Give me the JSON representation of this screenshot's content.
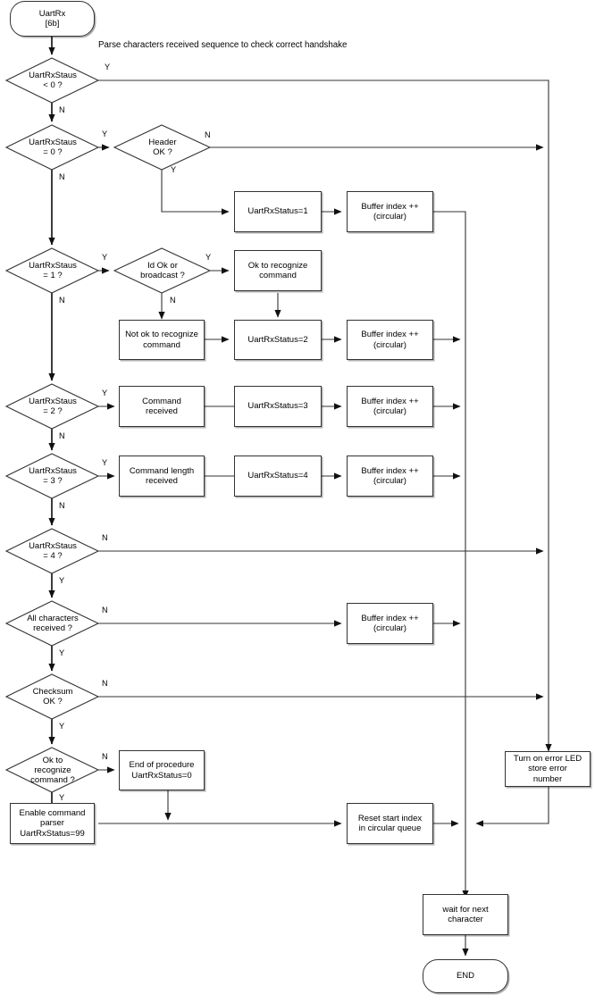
{
  "diagram": {
    "title": "Parse characters received sequence to check correct handshake",
    "type": "flowchart",
    "start": {
      "line1": "UartRx",
      "line2": "[6b]"
    },
    "end": {
      "label": "END"
    },
    "decisions": [
      {
        "id": "d_lt0",
        "line1": "UartRxStaus",
        "line2": "< 0 ?",
        "yes": "Y",
        "no": "N"
      },
      {
        "id": "d_eq0",
        "line1": "UartRxStaus",
        "line2": "= 0 ?",
        "yes": "Y",
        "no": "N"
      },
      {
        "id": "d_header",
        "line1": "Header",
        "line2": "OK ?",
        "yes": "Y",
        "no": "N"
      },
      {
        "id": "d_eq1",
        "line1": "UartRxStaus",
        "line2": "= 1 ?",
        "yes": "Y",
        "no": "N"
      },
      {
        "id": "d_id",
        "line1": "Id Ok or",
        "line2": "broadcast ?",
        "yes": "Y",
        "no": "N"
      },
      {
        "id": "d_eq2",
        "line1": "UartRxStaus",
        "line2": "= 2 ?",
        "yes": "Y",
        "no": "N"
      },
      {
        "id": "d_eq3",
        "line1": "UartRxStaus",
        "line2": "= 3 ?",
        "yes": "Y",
        "no": "N"
      },
      {
        "id": "d_eq4",
        "line1": "UartRxStaus",
        "line2": "= 4 ?",
        "yes": "Y",
        "no": "N"
      },
      {
        "id": "d_allchars",
        "line1": "All characters",
        "line2": "received ?",
        "yes": "Y",
        "no": "N"
      },
      {
        "id": "d_checksum",
        "line1": "Checksum",
        "line2": "OK ?",
        "yes": "Y",
        "no": "N"
      },
      {
        "id": "d_okrec",
        "line1": "Ok to",
        "line2": "recognize",
        "line3": "command ?",
        "yes": "Y",
        "no": "N"
      }
    ],
    "processes": {
      "status1": "UartRxStatus=1",
      "status2": "UartRxStatus=2",
      "status3": "UartRxStatus=3",
      "status4": "UartRxStatus=4",
      "buffer_l1": "Buffer index ++",
      "buffer_l2": "(circular)",
      "ok_l1": "Ok to recognize",
      "ok_l2": "command",
      "notok_l1": "Not ok to recognize",
      "notok_l2": "command",
      "cmdrecv_l1": "Command",
      "cmdrecv_l2": "received",
      "cmdlen_l1": "Command length",
      "cmdlen_l2": "received",
      "endproc_l1": "End of procedure",
      "endproc_l2": "UartRxStatus=0",
      "enable_l1": "Enable command",
      "enable_l2": "parser",
      "enable_l3": "UartRxStatus=99",
      "reset_l1": "Reset start index",
      "reset_l2": "in circular queue",
      "error_l1": "Turn on error LED",
      "error_l2": "store error",
      "error_l3": "number",
      "wait_l1": "wait for next",
      "wait_l2": "character"
    },
    "colors": {
      "stroke": "#333333",
      "text": "#000000",
      "background": "#ffffff",
      "shadow": "rgba(0,0,0,0.30)"
    }
  }
}
